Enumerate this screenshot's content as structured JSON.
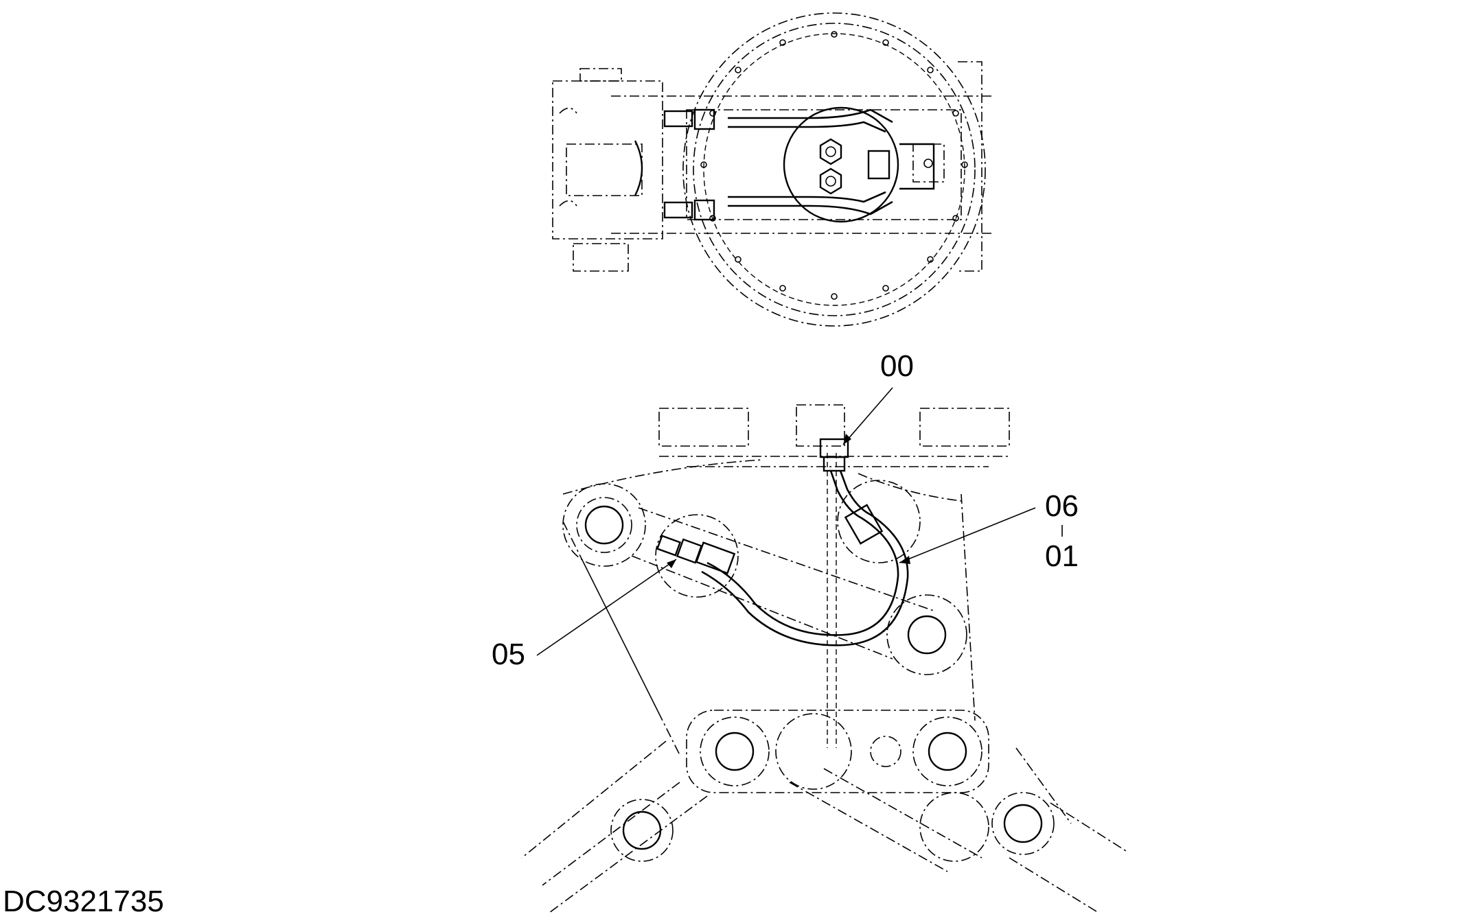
{
  "drawing_number": "DC9321735",
  "callouts": [
    {
      "id": "callout-00",
      "text": "00"
    },
    {
      "id": "callout-06",
      "text": "06"
    },
    {
      "id": "callout-01",
      "text": "01"
    },
    {
      "id": "callout-05",
      "text": "05"
    }
  ],
  "callout_separator": "|",
  "views": [
    "top-view-swing-bearing",
    "side-view-hose-routing"
  ]
}
